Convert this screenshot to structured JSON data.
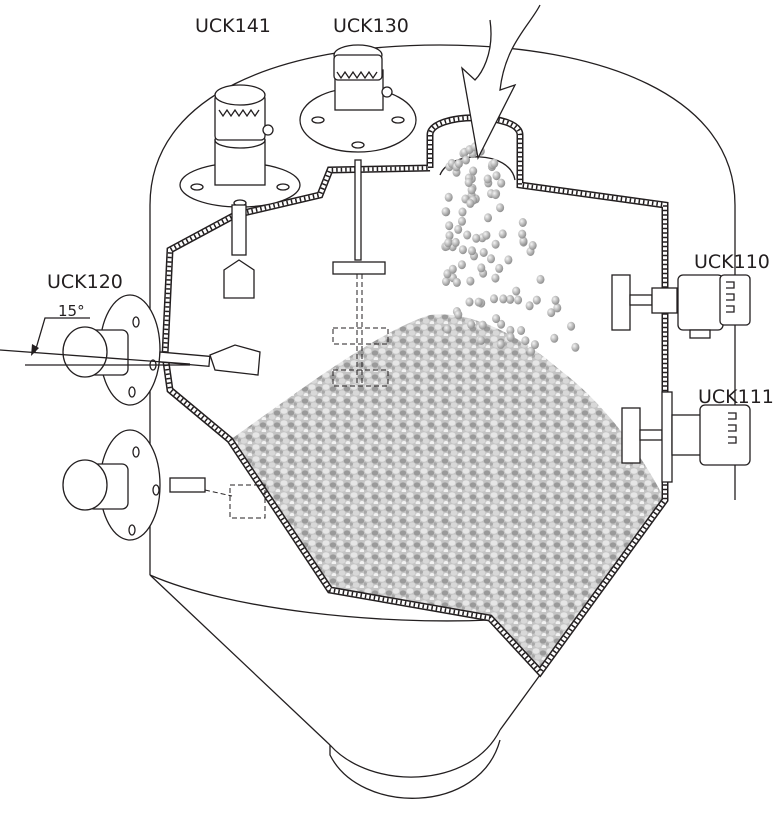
{
  "diagram": {
    "title": "Silo level switch installation overview",
    "material_color": "#b8b8b8",
    "line_color": "#231f20",
    "sensors": [
      {
        "id": "uck141",
        "label": "UCK141",
        "mounting": "top, threaded flange",
        "probe": "paddle"
      },
      {
        "id": "uck130",
        "label": "UCK130",
        "mounting": "top, flange",
        "probe": "rotating blade on extension shaft"
      },
      {
        "id": "uck120",
        "label": "UCK120",
        "mounting": "side, inclined",
        "probe": "paddle"
      },
      {
        "id": "uck110",
        "label": "UCK110",
        "mounting": "side wall",
        "probe": "blade"
      },
      {
        "id": "uck111",
        "label": "UCK111",
        "mounting": "side wall",
        "probe": "blade"
      }
    ],
    "angle_annotation": "15°",
    "components": {
      "silo": "cylindrical silo with conical hopper",
      "inlet": "fill inlet with falling granules",
      "material": "bulk granular material"
    }
  }
}
